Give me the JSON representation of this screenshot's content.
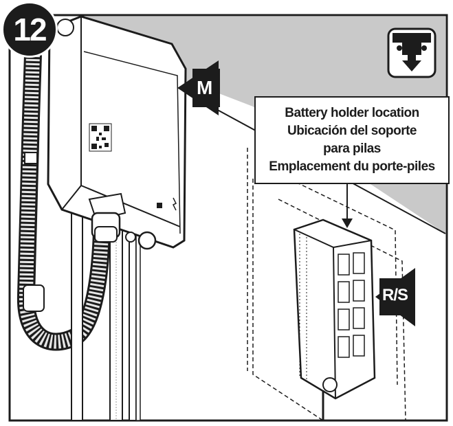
{
  "step": {
    "number": "12"
  },
  "callout": {
    "line1": "Battery holder location",
    "line2": "Ubicación del soporte",
    "line3": "para pilas",
    "line4": "Emplacement du porte-piles"
  },
  "labels": {
    "unit": "M",
    "battery_box": "R/S"
  },
  "icons": {
    "mount": "wall-mount-icon",
    "qr": "qr-code-icon"
  }
}
